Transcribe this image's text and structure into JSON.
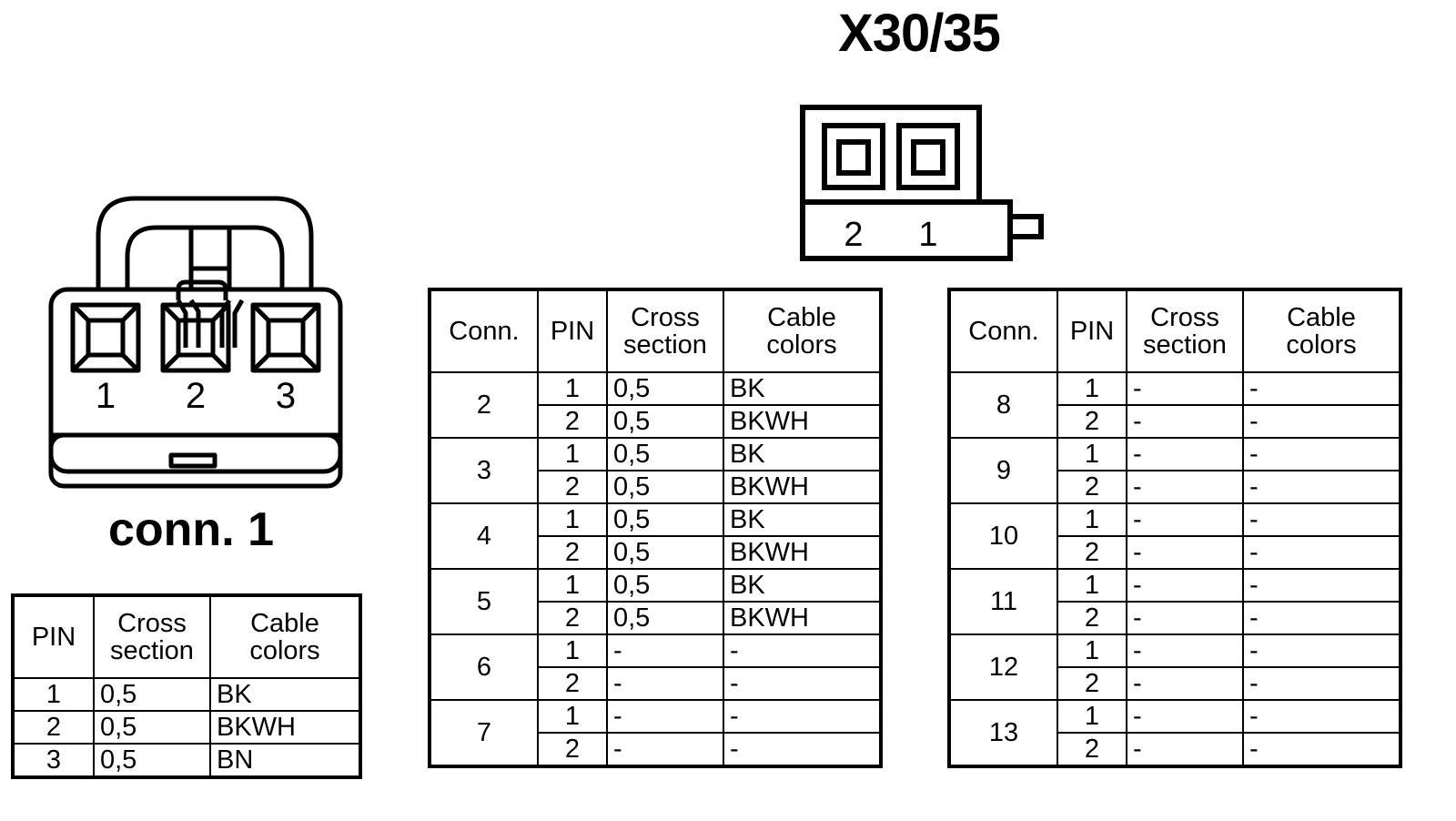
{
  "title": "X30/35",
  "connector_left": {
    "label": "conn. 1",
    "pin_labels": [
      "1",
      "2",
      "3"
    ],
    "pin_count": 3,
    "icon": "3-way-connector-face"
  },
  "connector_top_right": {
    "label": "X30/35",
    "pin_labels": [
      "2",
      "1"
    ],
    "pin_count": 2,
    "icon": "2-way-connector-face"
  },
  "tables": {
    "conn1": {
      "headers": [
        "PIN",
        "Cross\nsection",
        "Cable\ncolors"
      ],
      "header_pin": "PIN",
      "header_cross_1": "Cross",
      "header_cross_2": "section",
      "header_cable_1": "Cable",
      "header_cable_2": "colors",
      "rows": [
        {
          "pin": "1",
          "cross_section": "0,5",
          "cable_colors": "BK"
        },
        {
          "pin": "2",
          "cross_section": "0,5",
          "cable_colors": "BKWH"
        },
        {
          "pin": "3",
          "cross_section": "0,5",
          "cable_colors": "BN"
        }
      ]
    },
    "middle": {
      "header_conn": "Conn.",
      "header_pin": "PIN",
      "header_cross_1": "Cross",
      "header_cross_2": "section",
      "header_cable_1": "Cable",
      "header_cable_2": "colors",
      "groups": [
        {
          "conn": "2",
          "rows": [
            {
              "pin": "1",
              "cross_section": "0,5",
              "cable_colors": "BK"
            },
            {
              "pin": "2",
              "cross_section": "0,5",
              "cable_colors": "BKWH"
            }
          ]
        },
        {
          "conn": "3",
          "rows": [
            {
              "pin": "1",
              "cross_section": "0,5",
              "cable_colors": "BK"
            },
            {
              "pin": "2",
              "cross_section": "0,5",
              "cable_colors": "BKWH"
            }
          ]
        },
        {
          "conn": "4",
          "rows": [
            {
              "pin": "1",
              "cross_section": "0,5",
              "cable_colors": "BK"
            },
            {
              "pin": "2",
              "cross_section": "0,5",
              "cable_colors": "BKWH"
            }
          ]
        },
        {
          "conn": "5",
          "rows": [
            {
              "pin": "1",
              "cross_section": "0,5",
              "cable_colors": "BK"
            },
            {
              "pin": "2",
              "cross_section": "0,5",
              "cable_colors": "BKWH"
            }
          ]
        },
        {
          "conn": "6",
          "rows": [
            {
              "pin": "1",
              "cross_section": "-",
              "cable_colors": "-"
            },
            {
              "pin": "2",
              "cross_section": "-",
              "cable_colors": "-"
            }
          ]
        },
        {
          "conn": "7",
          "rows": [
            {
              "pin": "1",
              "cross_section": "-",
              "cable_colors": "-"
            },
            {
              "pin": "2",
              "cross_section": "-",
              "cable_colors": "-"
            }
          ]
        }
      ]
    },
    "right": {
      "header_conn": "Conn.",
      "header_pin": "PIN",
      "header_cross_1": "Cross",
      "header_cross_2": "section",
      "header_cable_1": "Cable",
      "header_cable_2": "colors",
      "groups": [
        {
          "conn": "8",
          "rows": [
            {
              "pin": "1",
              "cross_section": "-",
              "cable_colors": "-"
            },
            {
              "pin": "2",
              "cross_section": "-",
              "cable_colors": "-"
            }
          ]
        },
        {
          "conn": "9",
          "rows": [
            {
              "pin": "1",
              "cross_section": "-",
              "cable_colors": "-"
            },
            {
              "pin": "2",
              "cross_section": "-",
              "cable_colors": "-"
            }
          ]
        },
        {
          "conn": "10",
          "rows": [
            {
              "pin": "1",
              "cross_section": "-",
              "cable_colors": "-"
            },
            {
              "pin": "2",
              "cross_section": "-",
              "cable_colors": "-"
            }
          ]
        },
        {
          "conn": "11",
          "rows": [
            {
              "pin": "1",
              "cross_section": "-",
              "cable_colors": "-"
            },
            {
              "pin": "2",
              "cross_section": "-",
              "cable_colors": "-"
            }
          ]
        },
        {
          "conn": "12",
          "rows": [
            {
              "pin": "1",
              "cross_section": "-",
              "cable_colors": "-"
            },
            {
              "pin": "2",
              "cross_section": "-",
              "cable_colors": "-"
            }
          ]
        },
        {
          "conn": "13",
          "rows": [
            {
              "pin": "1",
              "cross_section": "-",
              "cable_colors": "-"
            },
            {
              "pin": "2",
              "cross_section": "-",
              "cable_colors": "-"
            }
          ]
        }
      ]
    }
  },
  "colors": {
    "line": "#000000",
    "background": "#ffffff"
  }
}
